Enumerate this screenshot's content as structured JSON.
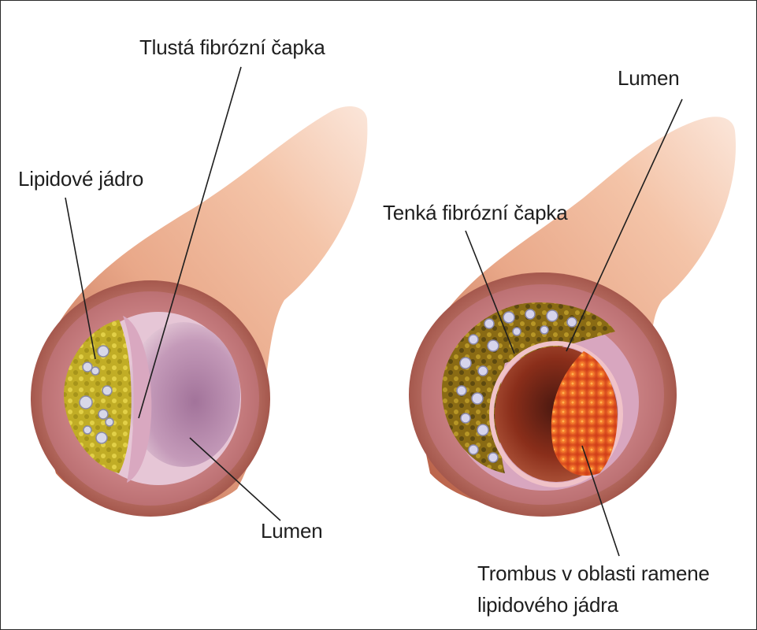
{
  "labels": {
    "thick_cap": "Tlustá fibrózní čapka",
    "lipid_core": "Lipidové jádro",
    "lumen_left": "Lumen",
    "lumen_right": "Lumen",
    "thin_cap": "Tenká fibrózní čapka",
    "thrombus_line1": "Trombus v oblasti ramene",
    "thrombus_line2": "lipidového jádra"
  },
  "colors": {
    "artery_outer": "#e9a889",
    "artery_shade": "#b56048",
    "wall_ring": "#c9867a",
    "intima": "#c691ae",
    "lumen_left": "#b486a8",
    "lipid": "#c7b42a",
    "thrombus": "#e8521c",
    "leader_line": "#1e1e1e"
  }
}
